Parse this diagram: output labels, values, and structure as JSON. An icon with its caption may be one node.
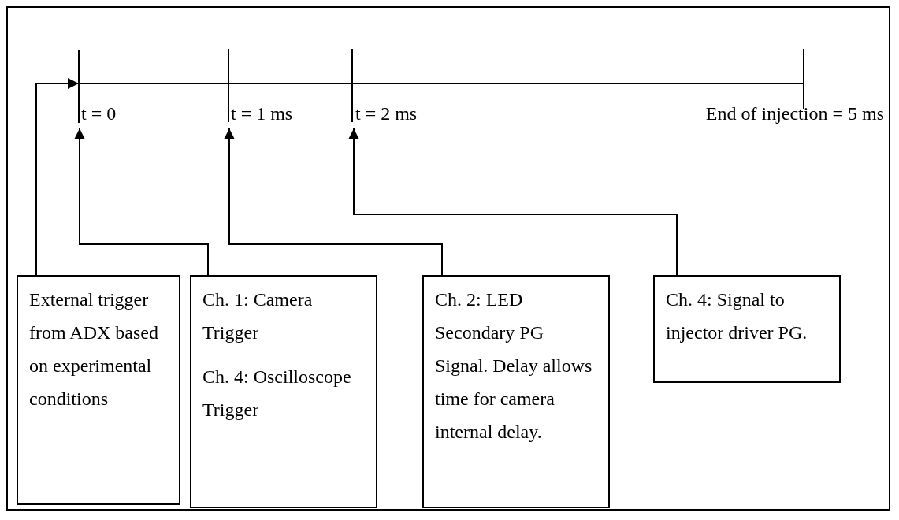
{
  "diagram": {
    "nodes": [
      {
        "text": [],
        "shape": "bar"
      },
      {
        "text": [
          "t = 0"
        ]
      },
      {
        "text": [
          "t = 1 ms"
        ]
      },
      {
        "text": [
          "t = 2 ms"
        ]
      },
      {
        "text": [
          "External trigger from ADX based on experimental conditions"
        ]
      },
      {
        "text": [
          "Ch. 1: Camera Trigger",
          "Ch. 4: Oscilloscope Trigger"
        ]
      },
      {
        "text": [
          "Ch. 2: LED Secondary PG Signal. Delay allows time for camera internal delay."
        ]
      },
      {
        "text": [
          "Ch. 4: Signal to injector driver PG."
        ]
      }
    ],
    "edges": [
      {
        "from": 4,
        "to": 0,
        "arrow": "to"
      },
      {
        "from": 5,
        "to": 1,
        "arrow": "to"
      },
      {
        "from": 6,
        "to": 2,
        "arrow": "to"
      },
      {
        "from": 7,
        "to": 3,
        "arrow": "to"
      }
    ],
    "labels": [
      "End of injection = 5 ms"
    ]
  }
}
